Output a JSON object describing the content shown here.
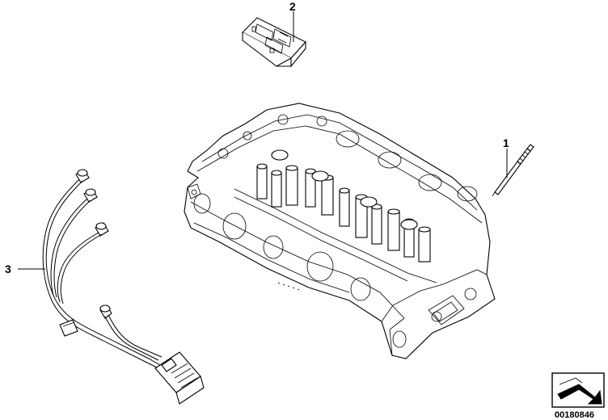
{
  "callouts": {
    "one": "1",
    "two": "2",
    "three": "3"
  },
  "diagram_code": "00180846",
  "icons": {
    "glow_plug": "glow-plug-icon",
    "relay": "glow-plug-relay-icon",
    "harness": "wiring-harness-icon",
    "cylinder_head": "cylinder-head-icon",
    "navigation": "arrow-symbol-icon"
  }
}
